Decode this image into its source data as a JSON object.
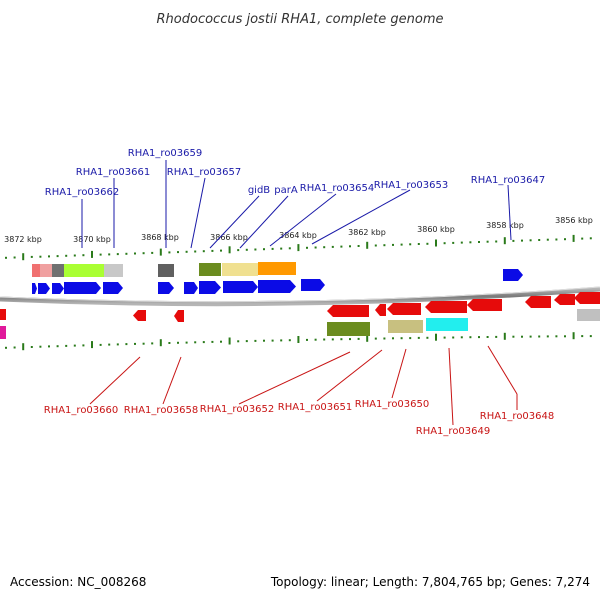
{
  "title": "Rhodococcus jostii RHA1, complete genome",
  "footer": {
    "accession": "Accession: NC_008268",
    "summary": "Topology: linear; Length: 7,804,765 bp; Genes: 7,274"
  },
  "colors": {
    "forward": "#0b0be6",
    "reverse": "#e60b0b",
    "backbone": "#8c8c8c",
    "tick": "#2a7a1a",
    "label_forward": "#1a1aa8",
    "label_reverse": "#c81414"
  },
  "scale_ticks": [
    "3872 kbp",
    "3870 kbp",
    "3868 kbp",
    "3866 kbp",
    "3864 kbp",
    "3862 kbp",
    "3860 kbp",
    "3858 kbp",
    "3856 kbp"
  ],
  "forward_labels": [
    {
      "text": "RHA1_ro03659"
    },
    {
      "text": "RHA1_ro03661"
    },
    {
      "text": "RHA1_ro03657"
    },
    {
      "text": "RHA1_ro03662"
    },
    {
      "text": "gidB"
    },
    {
      "text": "parA"
    },
    {
      "text": "RHA1_ro03654"
    },
    {
      "text": "RHA1_ro03653"
    },
    {
      "text": "RHA1_ro03647"
    }
  ],
  "reverse_labels": [
    {
      "text": "RHA1_ro03660"
    },
    {
      "text": "RHA1_ro03658"
    },
    {
      "text": "RHA1_ro03652"
    },
    {
      "text": "RHA1_ro03651"
    },
    {
      "text": "RHA1_ro03650"
    },
    {
      "text": "RHA1_ro03649"
    },
    {
      "text": "RHA1_ro03648"
    }
  ]
}
